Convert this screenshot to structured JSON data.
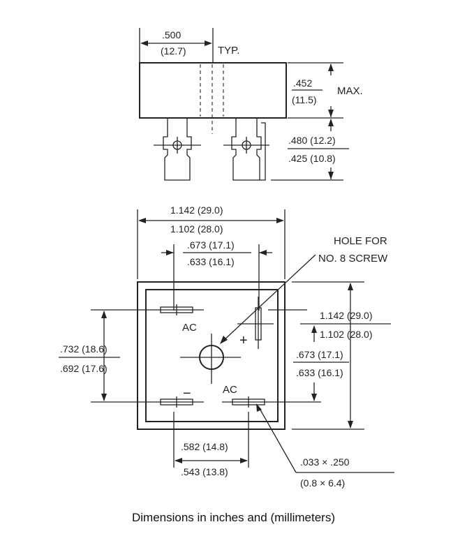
{
  "side_view": {
    "pitch_in": ".500",
    "pitch_mm": "(12.7)",
    "pitch_note": "TYP.",
    "height_in": ".452",
    "height_mm": "(11.5)",
    "height_note": "MAX.",
    "lead_max": ".480 (12.2)",
    "lead_min": ".425 (10.8)"
  },
  "top_view": {
    "body_max": "1.142 (29.0)",
    "body_min": "1.102 (28.0)",
    "inner_max": ".673 (17.1)",
    "inner_min": ".633 (16.1)",
    "hole_line1": "HOLE FOR",
    "hole_line2": "NO. 8 SCREW",
    "right_body_max": "1.142 (29.0)",
    "right_body_min": "1.102 (28.0)",
    "right_inner_max": ".673 (17.1)",
    "right_inner_min": ".633 (16.1)",
    "left_max": ".732 (18.6)",
    "left_min": ".692 (17.6)",
    "bottom_max": ".582 (14.8)",
    "bottom_min": ".543 (13.8)",
    "term_in": ".033 × .250",
    "term_mm": "(0.8 × 6.4)",
    "label_ac_top": "AC",
    "label_ac_bottom": "AC",
    "label_plus": "+",
    "label_minus": "−"
  },
  "caption": "Dimensions in inches and (millimeters)"
}
